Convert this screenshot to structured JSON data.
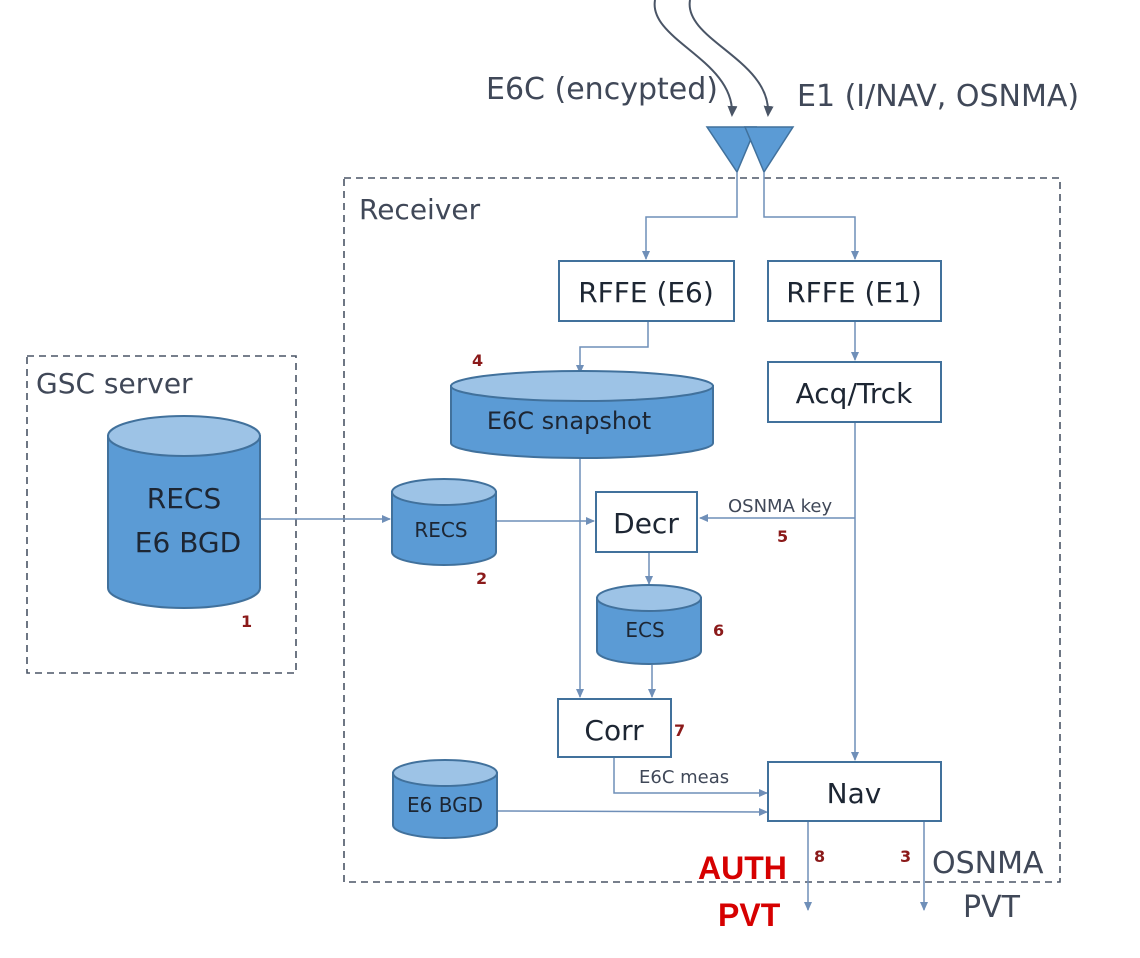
{
  "signals": {
    "e6c": "E6C (encypted)",
    "e1": "E1 (I/NAV, OSNMA)"
  },
  "containers": {
    "receiver": "Receiver",
    "gsc_server": "GSC server"
  },
  "blocks": {
    "rffe_e6": "RFFE (E6)",
    "rffe_e1": "RFFE (E1)",
    "acq_trck": "Acq/Trck",
    "decr": "Decr",
    "corr": "Corr",
    "nav": "Nav"
  },
  "databases": {
    "gsc_recs_line1": "RECS",
    "gsc_recs_line2": "E6 BGD",
    "e6c_snapshot": "E6C snapshot",
    "recs": "RECS",
    "ecs": "ECS",
    "e6_bgd": "E6 BGD"
  },
  "edge_labels": {
    "osnma_key": "OSNMA key",
    "e6c_meas": "E6C meas"
  },
  "step_numbers": {
    "n1": "1",
    "n2": "2",
    "n3": "3",
    "n4": "4",
    "n5": "5",
    "n6": "6",
    "n7": "7",
    "n8": "8"
  },
  "outputs": {
    "auth_line1": "AUTH",
    "auth_line2": "PVT",
    "osnma_line1": "OSNMA",
    "osnma_line2": "PVT"
  },
  "colors": {
    "cylinder_fill": "#5b9bd5",
    "cylinder_top": "#9dc3e6",
    "box_stroke": "#41719c",
    "step_number": "#8b1a1a",
    "auth_output": "#d60000"
  }
}
